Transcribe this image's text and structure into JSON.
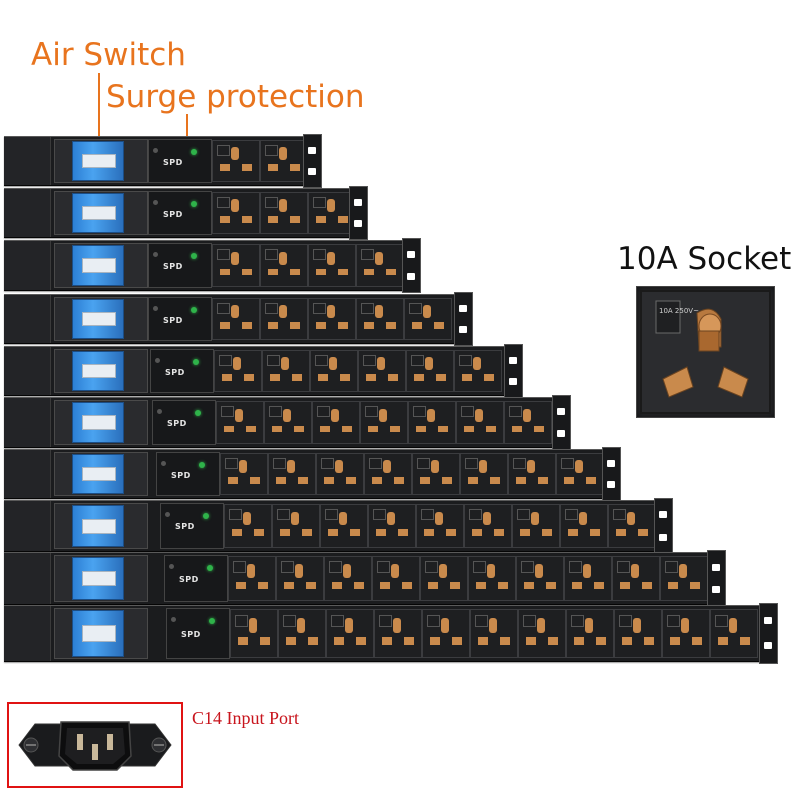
{
  "labels": {
    "air_switch": "Air Switch",
    "surge_protection": "Surge protection",
    "socket_title": "10A Socket",
    "c14_title": "C14 Input Port",
    "spd_text": "SPD",
    "socket_rating": "10A 250V~"
  },
  "colors": {
    "callout_orange": "#e8741e",
    "c14_red": "#c8141c",
    "frame_red": "#e01313",
    "breaker_blue": "#2f8be0",
    "pdu_body": "#1b1c1e",
    "led_green": "#2fb34a",
    "pin_brass": "#c98a4c"
  },
  "pdus": [
    {
      "outlets": 2
    },
    {
      "outlets": 3
    },
    {
      "outlets": 4
    },
    {
      "outlets": 5
    },
    {
      "outlets": 6
    },
    {
      "outlets": 7
    },
    {
      "outlets": 8
    },
    {
      "outlets": 9
    },
    {
      "outlets": 10
    },
    {
      "outlets": 11
    }
  ]
}
